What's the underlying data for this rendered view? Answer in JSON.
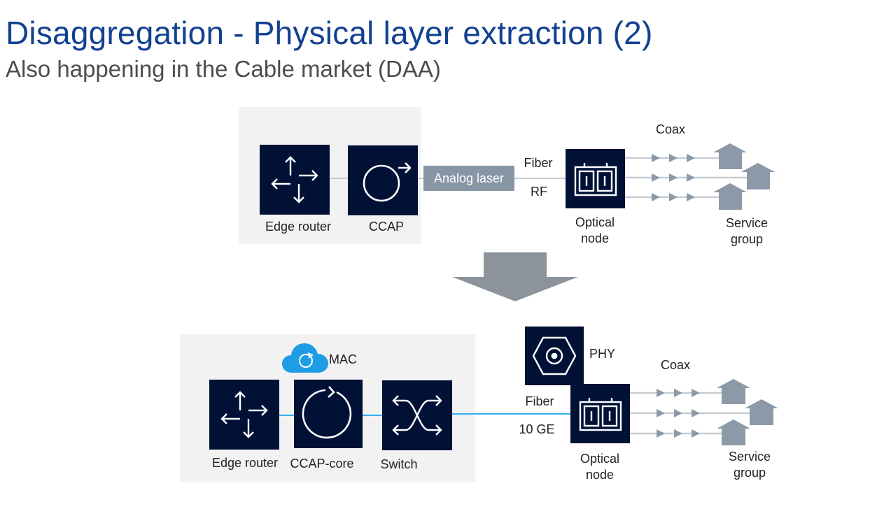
{
  "title": "Disaggregation - Physical layer extraction (2)",
  "subtitle": "Also happening in the Cable market (DAA)",
  "colors": {
    "title": "#124191",
    "box": "#001135",
    "panel": "#f2f2f2",
    "blue_line": "#30b2ef",
    "analog_laser": "#8795a5",
    "house": "#8c99a8"
  },
  "top_diagram": {
    "edge_router_label": "Edge router",
    "ccap_label": "CCAP",
    "analog_laser_label": "Analog laser",
    "fiber_label": "Fiber",
    "rf_label": "RF",
    "coax_label": "Coax",
    "optical_node_label": "Optical\nnode",
    "service_group_label": "Service\ngroup"
  },
  "bottom_diagram": {
    "mac_label": "MAC",
    "edge_router_label": "Edge router",
    "ccap_core_label": "CCAP-core",
    "switch_label": "Switch",
    "phy_label": "PHY",
    "fiber_label": "Fiber",
    "ge_label": "10 GE",
    "coax_label": "Coax",
    "optical_node_label": "Optical\nnode",
    "service_group_label": "Service\ngroup"
  },
  "icons": {
    "edge_router": "router-arrows-icon",
    "ccap": "ccap-circle-arrow-icon",
    "ccap_core": "ccap-core-circle-arrow-icon",
    "switch": "switch-crossing-arrows-icon",
    "phy": "phy-hexagon-icon",
    "optical_node": "optical-node-icon",
    "cloud": "cloud-icon",
    "transition_arrow": "down-arrow-icon",
    "house": "house-icon"
  }
}
